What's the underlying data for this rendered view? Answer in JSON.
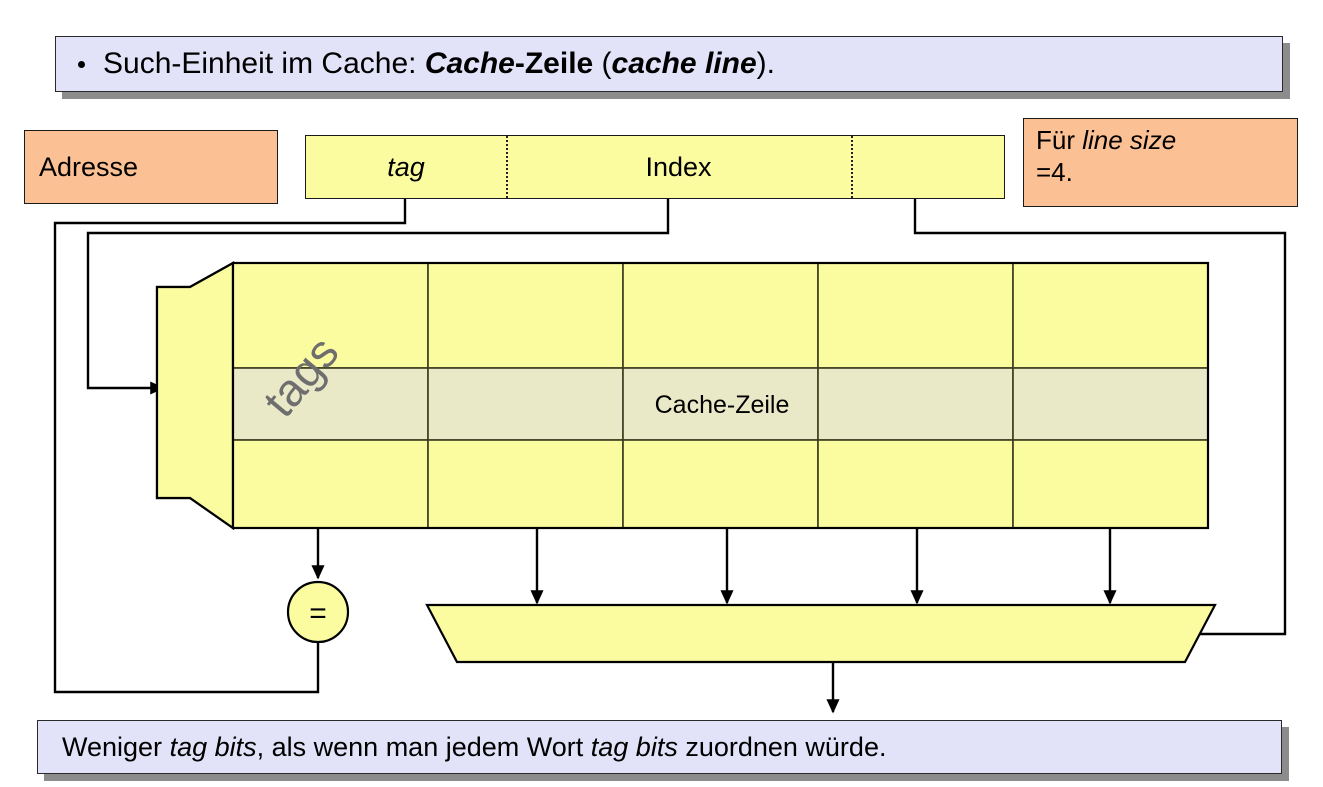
{
  "slide": {
    "title_banner": {
      "bullet": "•",
      "prefix": "Such-Einheit im Cache: ",
      "bold_italic_1": "Cache",
      "bold_1": "-Zeile",
      "paren_open": " (",
      "bold_italic_2": "cache line",
      "suffix": ")."
    },
    "footer_banner": {
      "part1": "Weniger ",
      "italic1": "tag bits",
      "part2": ", als wenn man jedem Wort ",
      "italic2": "tag bits",
      "part3": " zuordnen würde."
    }
  },
  "address": {
    "label_box": "Adresse",
    "fields": [
      {
        "name": "tag",
        "label": "tag",
        "style": "italic"
      },
      {
        "name": "index",
        "label": "Index",
        "style": "normal"
      },
      {
        "name": "word-select",
        "label": "",
        "style": "normal"
      },
      {
        "name": "byte-offset",
        "label": "",
        "style": "normal"
      }
    ]
  },
  "note": {
    "line1_prefix": "Für ",
    "line1_italic": "line size",
    "line2": "=4."
  },
  "cache": {
    "tags_label": "tags",
    "line_label": "Cache-Zeile",
    "columns": 5,
    "rows": 3,
    "highlight_row_index": 1,
    "comparator_symbol": "=",
    "mux_inputs": 4
  },
  "colors": {
    "banner_fill": "#E2E2F8",
    "banner_shadow": "#8c8c8c",
    "orange_fill": "#FBC194",
    "yellow_fill": "#FBFBA0",
    "highlight_fill": "#E9E9C8",
    "line_stroke": "#000000",
    "tags_text": "#6e6e6e"
  }
}
